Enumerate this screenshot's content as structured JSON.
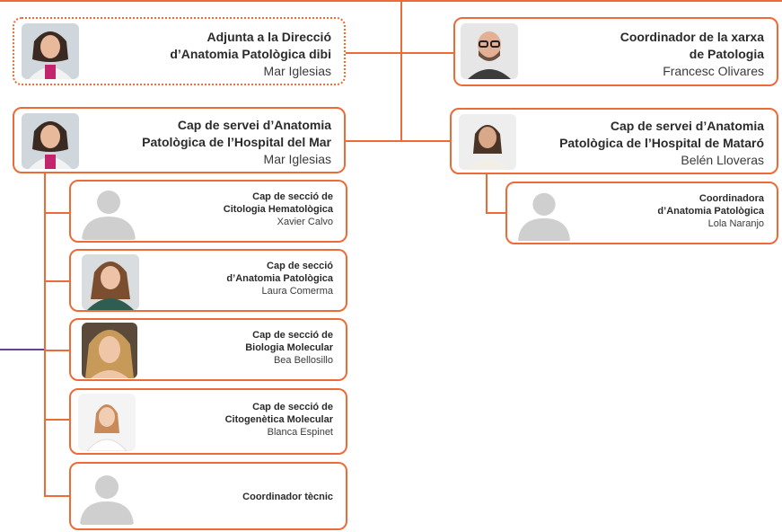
{
  "left": {
    "adjunta": {
      "title1": "Adjunta a la Direcció",
      "title2": "d’Anatomia Patològica dibi",
      "name": "Mar Iglesias"
    },
    "cap_mar": {
      "title1": "Cap de servei d’Anatomia",
      "title2": "Patològica de l’Hospital del Mar",
      "name": "Mar Iglesias"
    },
    "sections": [
      {
        "title1": "Cap de secció de",
        "title2": "Citologia Hematològica",
        "name": "Xavier Calvo"
      },
      {
        "title1": "Cap de secció",
        "title2": "d’Anatomia Patològica",
        "name": "Laura Comerma"
      },
      {
        "title1": "Cap de secció de",
        "title2": "Biologia Molecular",
        "name": "Bea Bellosillo"
      },
      {
        "title1": "Cap de secció de",
        "title2": "Citogenètica Molecular",
        "name": "Blanca Espinet"
      },
      {
        "title1": "Coordinador tècnic"
      }
    ]
  },
  "right": {
    "coord_xarxa": {
      "title1": "Coordinador de la xarxa",
      "title2": "de Patologia",
      "name": "Francesc Olivares"
    },
    "cap_mataro": {
      "title1": "Cap de servei d’Anatomia",
      "title2": "Patològica de l’Hospital de Mataró",
      "name": "Belén Lloveras"
    },
    "coordinadora": {
      "title1": "Coordinadora",
      "title2": "d’Anatomia Patològica",
      "name": "Lola Naranjo"
    }
  },
  "colors": {
    "accent": "#ec6b37",
    "link": "#6b3fa0"
  }
}
